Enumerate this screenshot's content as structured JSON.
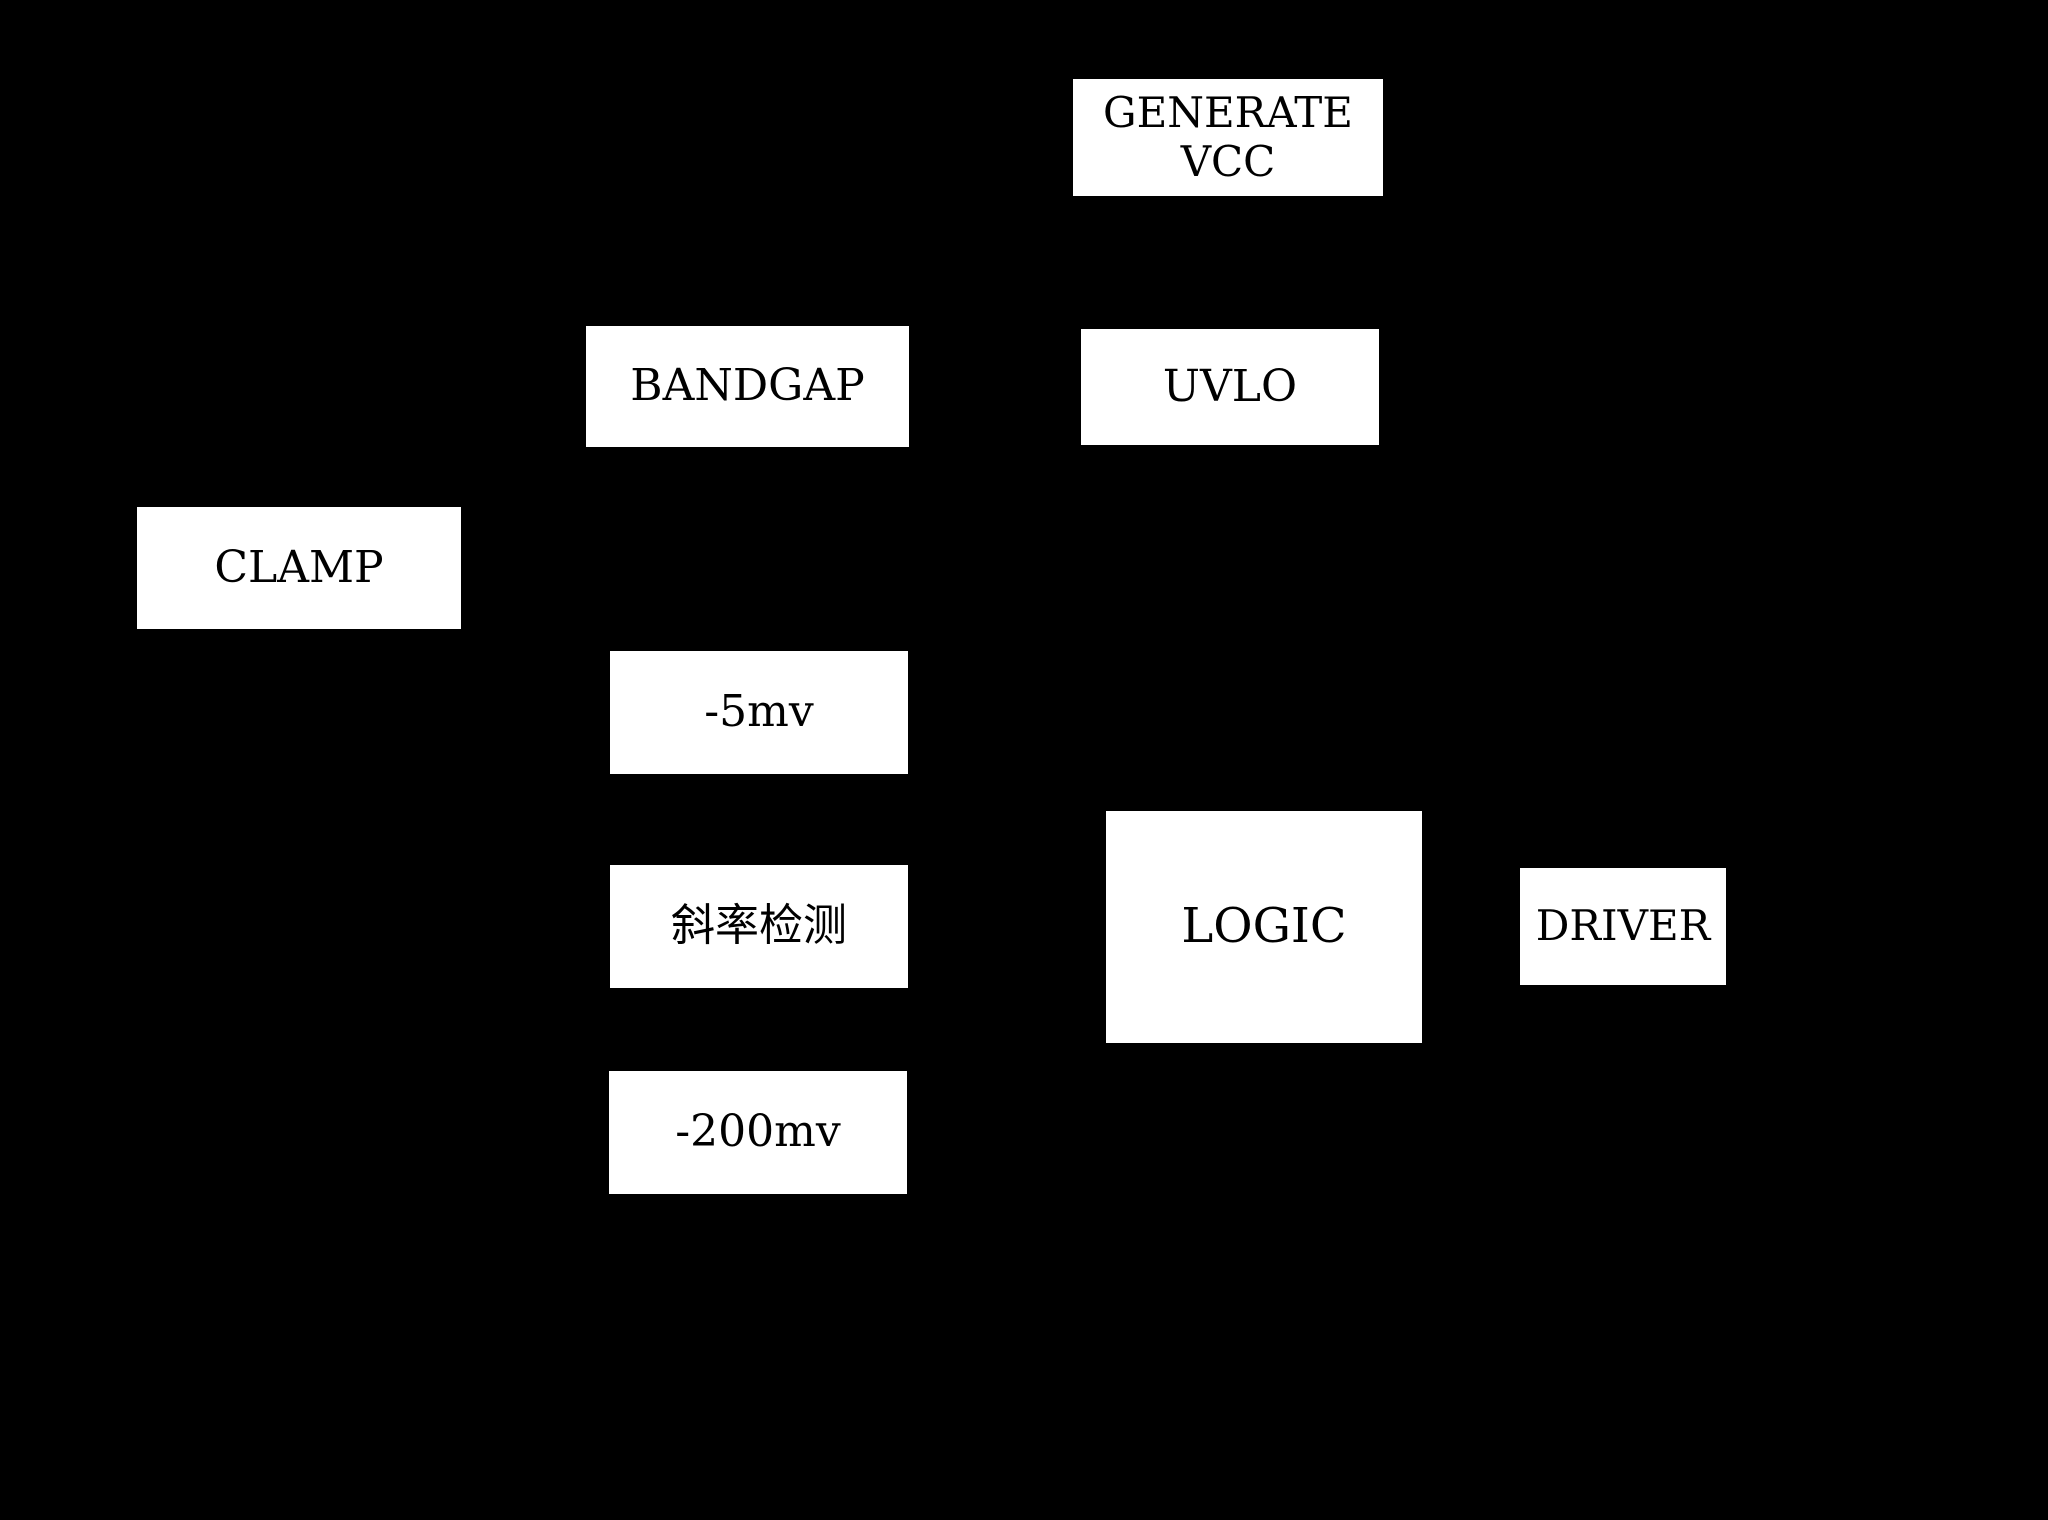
{
  "colors": {
    "background": "#000000",
    "block_fill": "#ffffff",
    "text": "#000000"
  },
  "blocks": [
    {
      "id": "generate-vcc",
      "label": "GENERATE\nVCC"
    },
    {
      "id": "bandgap",
      "label": "BANDGAP"
    },
    {
      "id": "uvlo",
      "label": "UVLO"
    },
    {
      "id": "clamp",
      "label": "CLAMP"
    },
    {
      "id": "minus-5mv",
      "label": "-5mv"
    },
    {
      "id": "slope-detect",
      "label": "斜率检测"
    },
    {
      "id": "logic",
      "label": "LOGIC"
    },
    {
      "id": "driver",
      "label": "DRIVER"
    },
    {
      "id": "minus-200mv",
      "label": "-200mv"
    }
  ]
}
